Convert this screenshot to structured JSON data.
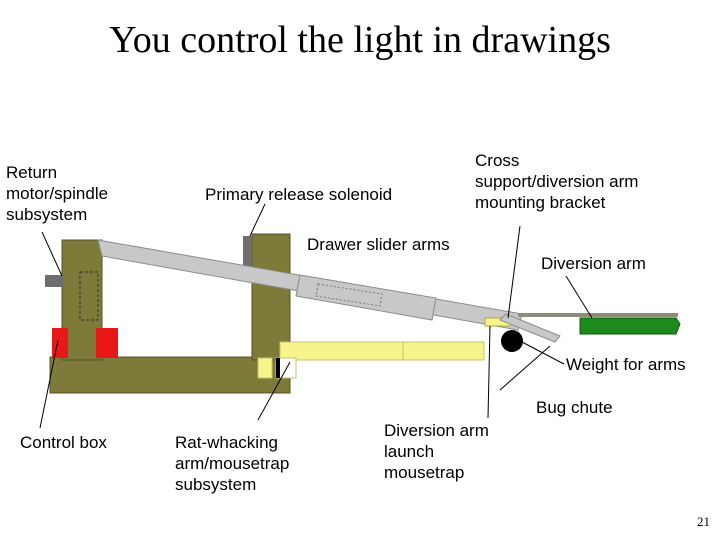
{
  "slide": {
    "title": "You control the light in drawings",
    "page_number": "21"
  },
  "labels": {
    "return_motor": "Return\nmotor/spindle\nsubsystem",
    "primary_solenoid": "Primary release solenoid",
    "cross_support": "Cross\nsupport/diversion arm\nmounting bracket",
    "drawer_slider": "Drawer slider arms",
    "diversion_arm": "Diversion arm",
    "weight_for_arms": "Weight for arms",
    "bug_chute": "Bug chute",
    "control_box": "Control box",
    "rat_whacking": "Rat-whacking\narm/mousetrap\nsubsystem",
    "diversion_launch": "Diversion arm\nlaunch\nmousetrap"
  },
  "colors": {
    "frame": "#7d7a3a",
    "slider": "#c8c8c8",
    "slider_edge": "#8c8c8c",
    "mousetrap": "#f8f48c",
    "control_box": "#e81818",
    "diversion_arm": "#1e8a1e",
    "weight": "#000000",
    "motor": "#6e6e6e"
  }
}
